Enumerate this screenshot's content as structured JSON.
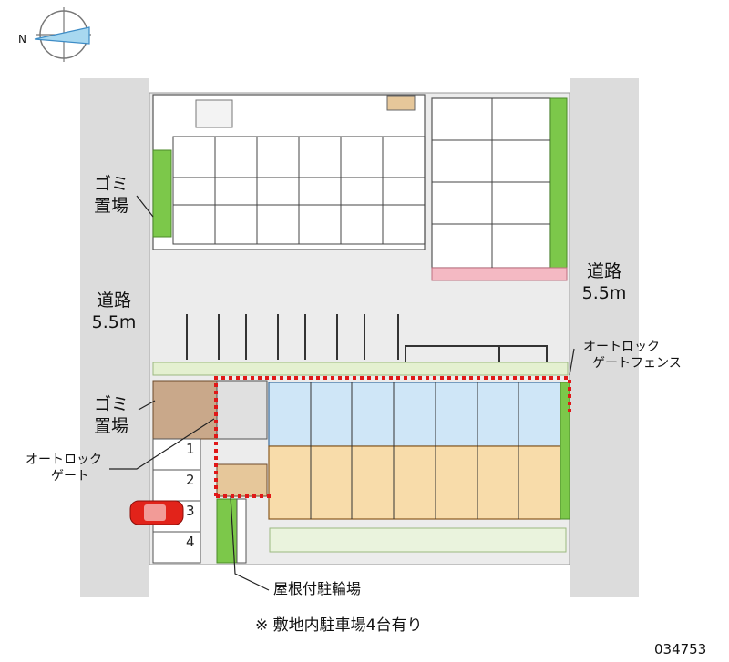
{
  "roads": {
    "west_label_line1": "道路",
    "west_label_line2": "5.5m",
    "east_label_line1": "道路",
    "east_label_line2": "5.5m"
  },
  "labels": {
    "garbage_1_line1": "ゴミ",
    "garbage_1_line2": "置場",
    "garbage_2_line1": "ゴミ",
    "garbage_2_line2": "置場",
    "autolock_fence_line1": "オートロック",
    "autolock_fence_line2": "ゲートフェンス",
    "autolock_gate_line1": "オートロック",
    "autolock_gate_line2": "ゲート",
    "bicycle_parking": "屋根付駐輪場"
  },
  "parking_slots": [
    "1",
    "2",
    "3",
    "4"
  ],
  "footnote": "※ 敷地内駐車場4台有り",
  "property_code": "034753",
  "compass": {
    "north_letter": "N"
  },
  "colors": {
    "road": "#dcdcdc",
    "greenery": "#7cc84a",
    "fence": "#e01818",
    "unit_blue": "#cfe6f7",
    "unit_orange": "#f8dcaa",
    "pink_strip": "#f4b9c3",
    "car": "#e2231a"
  }
}
